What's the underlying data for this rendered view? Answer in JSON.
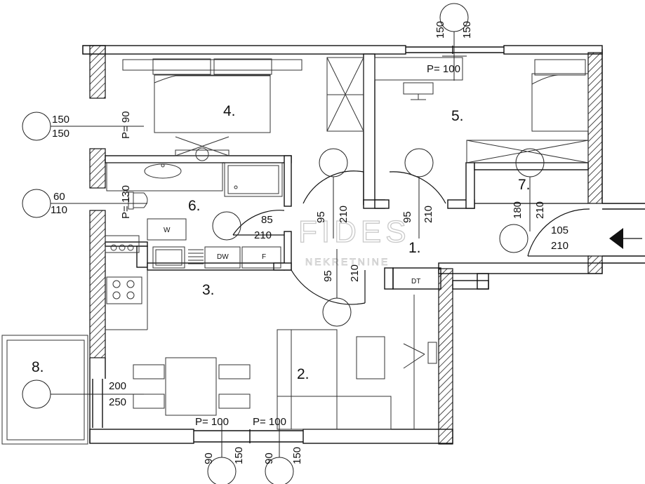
{
  "rooms": {
    "r1": "1.",
    "r2": "2.",
    "r3": "3.",
    "r4": "4.",
    "r5": "5.",
    "r6": "6.",
    "r7": "7.",
    "r8": "8."
  },
  "windows": {
    "top": {
      "w": "150",
      "h": "150"
    },
    "left_bedroom": {
      "w": "150",
      "h": "150"
    },
    "left_bath": {
      "w": "60",
      "h": "110"
    },
    "left_living": {
      "w": "200",
      "h": "250"
    },
    "bottom_left": {
      "w": "90",
      "h": "150"
    },
    "bottom_right": {
      "w": "90",
      "h": "150"
    }
  },
  "sills": {
    "top": "P= 100",
    "bedroom": "P= 90",
    "bath": "P= 130",
    "bottom_left": "P= 100",
    "bottom_right": "P= 100"
  },
  "doors": {
    "bath": {
      "w": "85",
      "h": "210"
    },
    "bedroom4": {
      "w": "95",
      "h": "210"
    },
    "bedroom5": {
      "w": "95",
      "h": "210"
    },
    "kitchen": {
      "w": "95",
      "h": "210"
    },
    "storage": {
      "w": "180",
      "h": "210"
    },
    "entrance": {
      "w": "105",
      "h": "210"
    }
  },
  "appliances": {
    "washer": "W",
    "dishwasher": "DW",
    "fridge": "F",
    "dryer": "DT"
  },
  "watermark": {
    "main": "FIDES",
    "sub": "NEKRETNINE"
  }
}
